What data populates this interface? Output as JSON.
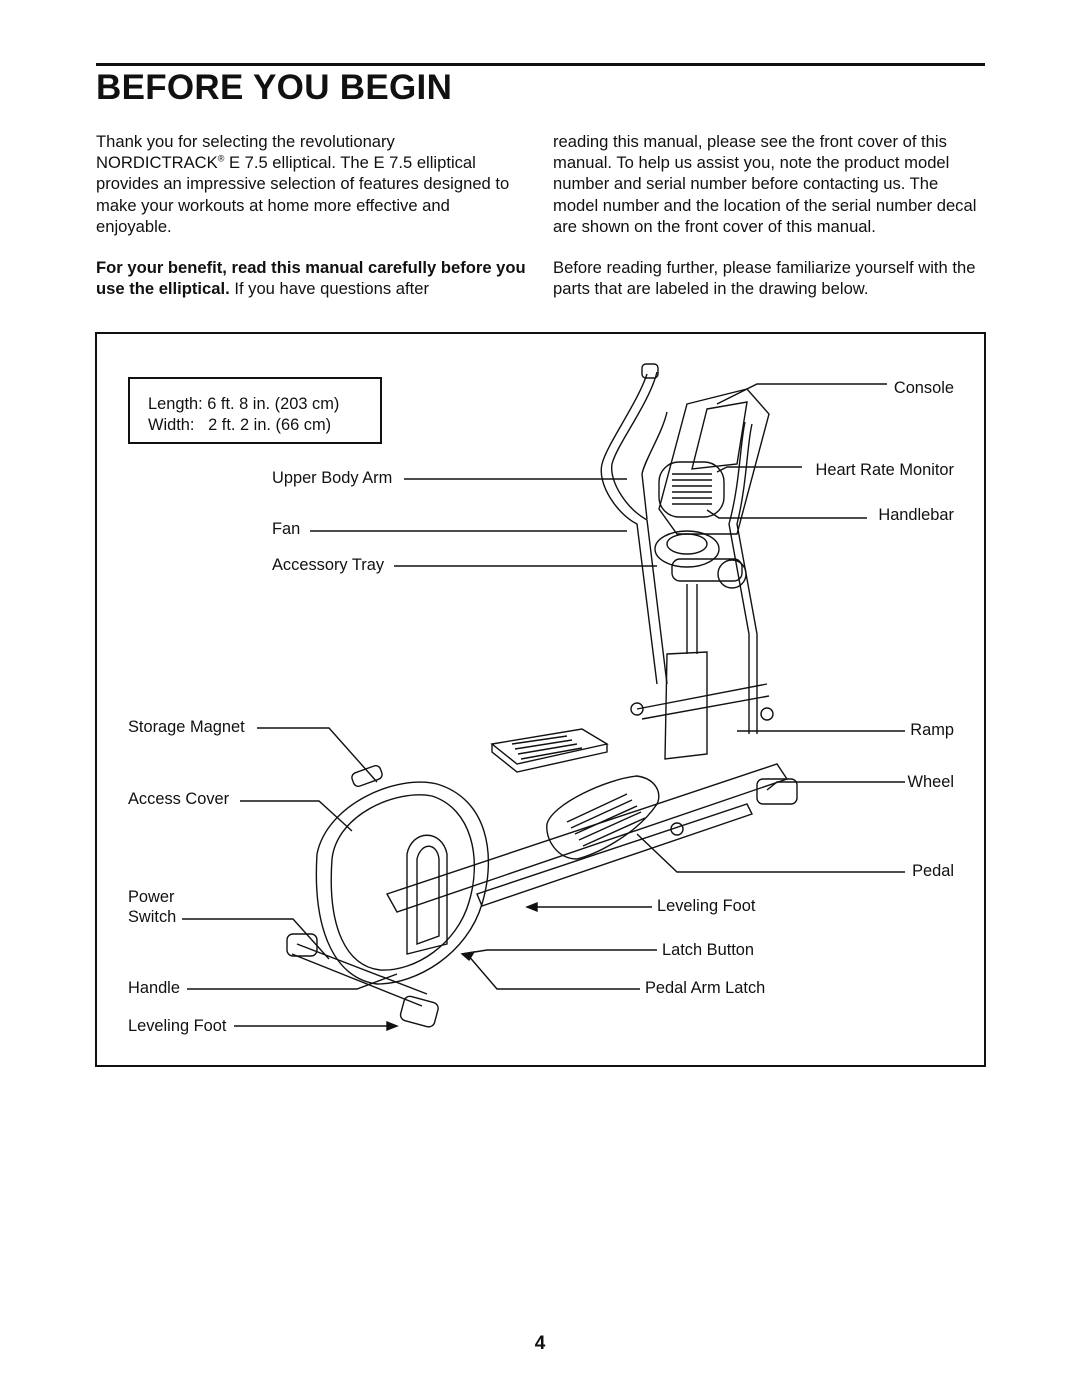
{
  "header": {
    "title": "BEFORE YOU BEGIN"
  },
  "intro": {
    "p1": "Thank you for selecting the revolutionary",
    "p1_brand": "NORDICTRACK",
    "p1_reg": "®",
    "p1_rest": " E 7.5 elliptical. The E 7.5 elliptical provides an impressive selection of features designed to make your workouts at home more effective and enjoyable.",
    "p2_bold": "For your benefit, read this manual carefully before you use the elliptical.",
    "p2_rest": " If you have questions after",
    "p3": "reading this manual, please see the front cover of this manual. To help us assist you, note the product model number and serial number before contacting us. The model number and the location of the serial number decal are shown on the front cover of this manual.",
    "p4": "Before reading further, please familiarize yourself with the parts that are labeled in the drawing below."
  },
  "figure": {
    "dimensions": {
      "length_label": "Length:",
      "length_value": "6 ft. 8 in. (203 cm)",
      "width_label": "Width:",
      "width_value": "2 ft. 2 in. (66 cm)"
    },
    "labels": {
      "console": "Console",
      "heart_rate_monitor": "Heart Rate Monitor",
      "handlebar": "Handlebar",
      "upper_body_arm": "Upper Body Arm",
      "fan": "Fan",
      "accessory_tray": "Accessory Tray",
      "storage_magnet": "Storage Magnet",
      "ramp": "Ramp",
      "wheel": "Wheel",
      "access_cover": "Access Cover",
      "pedal": "Pedal",
      "power": "Power",
      "switch": "Switch",
      "leveling_foot_right": "Leveling Foot",
      "latch_button": "Latch Button",
      "handle": "Handle",
      "pedal_arm_latch": "Pedal Arm Latch",
      "leveling_foot_left": "Leveling Foot"
    }
  },
  "footer": {
    "page_number": "4"
  }
}
